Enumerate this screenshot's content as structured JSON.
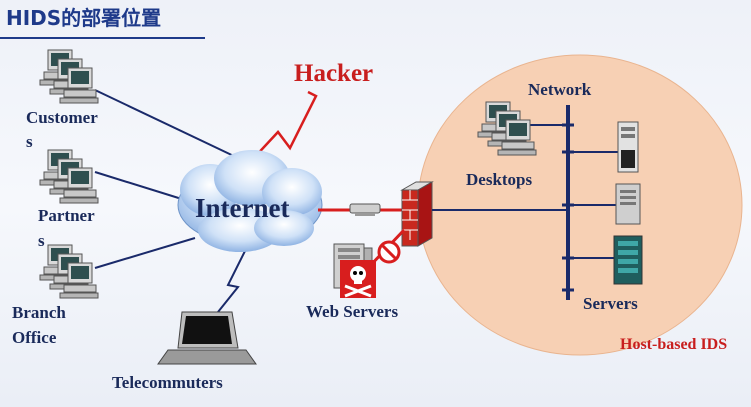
{
  "title": "HIDS的部署位置",
  "hacker_label": "Hacker",
  "internet_label": "Internet",
  "network_label": "Network",
  "desktops_label": "Desktops",
  "servers_label": "Servers",
  "web_servers_label": "Web Servers",
  "hids_label": "Host-based IDS",
  "customers_label_1": "Customer",
  "customers_label_2": "s",
  "partners_label_1": "Partner",
  "partners_label_2": "s",
  "branch_label_1": "Branch",
  "branch_label_2": "Office",
  "telecommuters_label": "Telecommuters",
  "colors": {
    "accent_red": "#c81e1e",
    "navy": "#1a2a5a",
    "zone": "#f7d0b4"
  }
}
